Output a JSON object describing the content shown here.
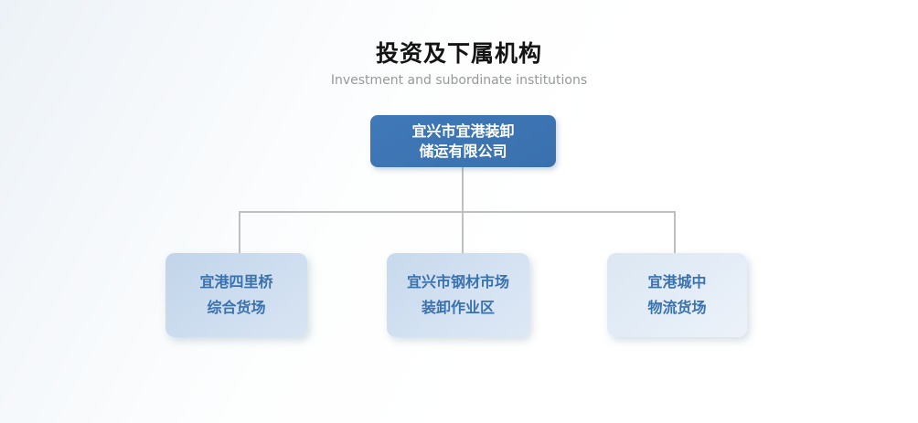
{
  "header": {
    "title": "投资及下属机构",
    "subtitle": "Investment and subordinate institutions"
  },
  "org_chart": {
    "root": {
      "name": "宜兴市宜港装卸储运有限公司",
      "line1": "宜兴市宜港装卸",
      "line2": "储运有限公司"
    },
    "children": [
      {
        "name": "宜港四里桥综合货场",
        "line1": "宜港四里桥",
        "line2": "综合货场"
      },
      {
        "name": "宜兴市钢材市场装卸作业区",
        "line1": "宜兴市钢材市场",
        "line2": "装卸作业区"
      },
      {
        "name": "宜港城中物流货场",
        "line1": "宜港城中",
        "line2": "物流货场"
      }
    ]
  },
  "colors": {
    "root_box": "#3b72b0",
    "root_text": "#ffffff",
    "child_box_left": "#c5d8ec",
    "child_box_middle": "#cdddef",
    "child_box_right": "#e2eaf4",
    "child_text": "#3a72ae",
    "connector": "#bfbfbf",
    "title_text": "#141414",
    "subtitle_text": "#96989b",
    "background_top": "#ecf2f7",
    "background_bottom": "#ffffff"
  }
}
